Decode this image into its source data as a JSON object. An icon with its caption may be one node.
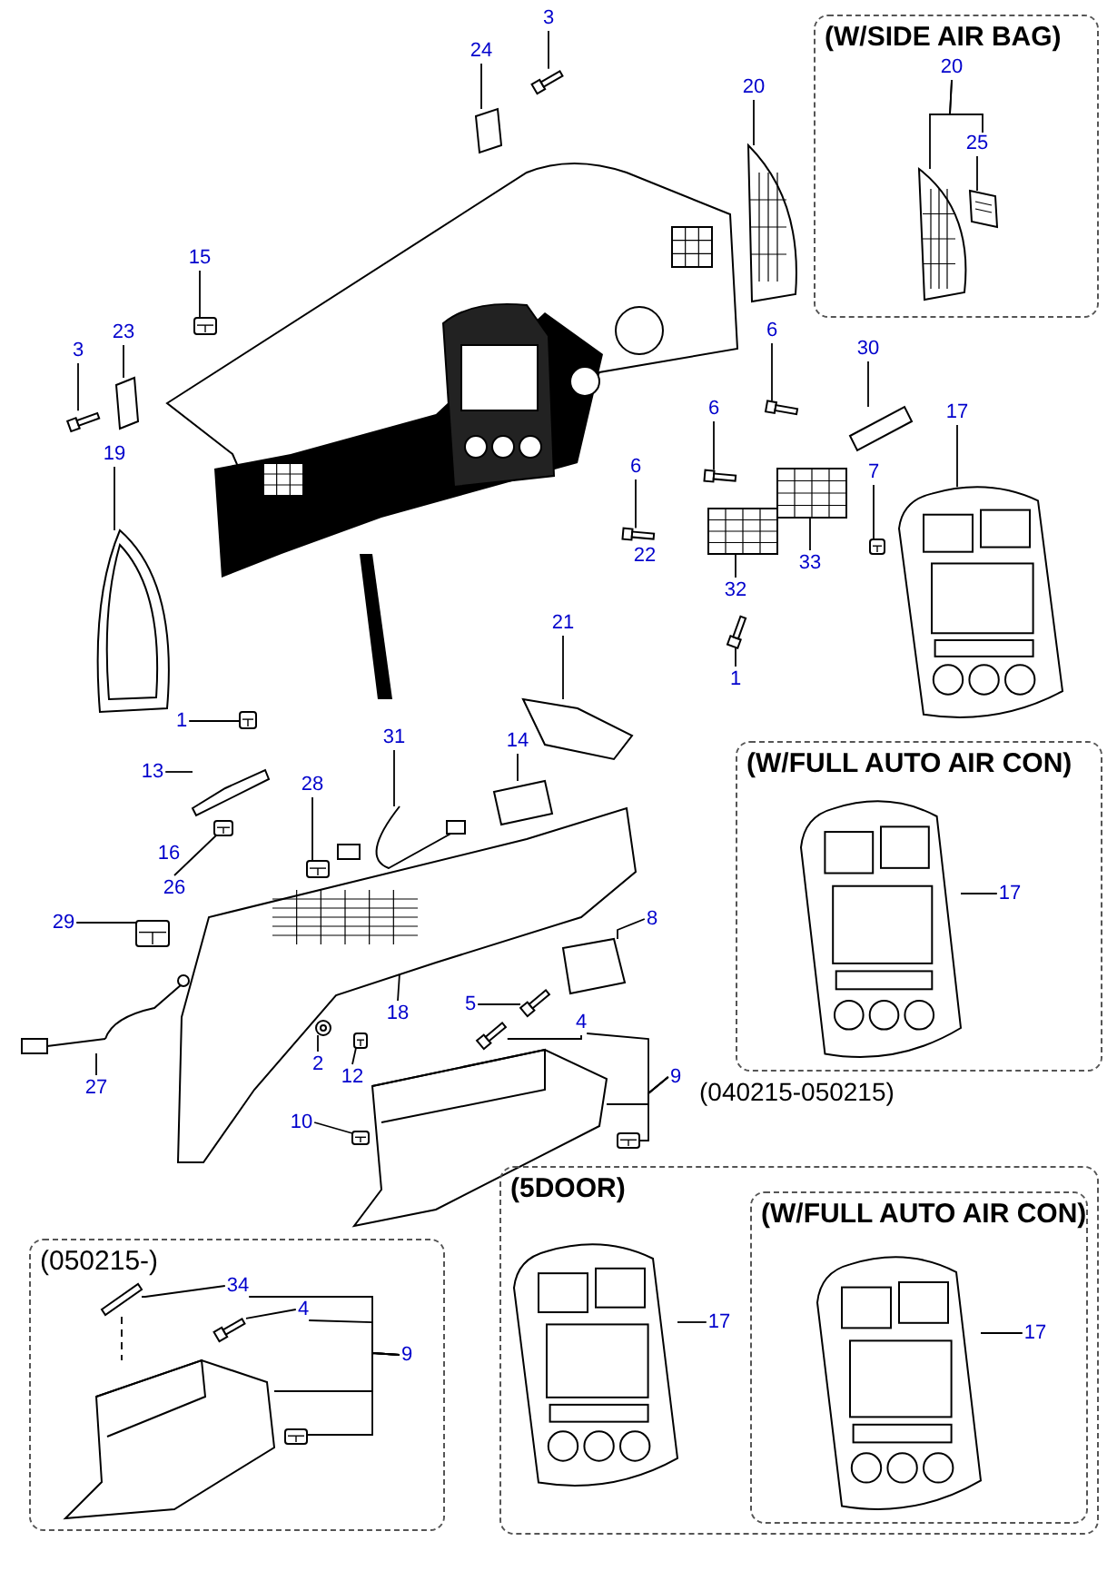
{
  "diagram": {
    "nodes": [
      {
        "text": [
          "3"
        ]
      },
      {
        "text": [
          "24"
        ]
      },
      {
        "text": [
          "20"
        ]
      },
      {
        "text": [
          "15"
        ]
      },
      {
        "text": [
          "23"
        ]
      },
      {
        "text": [
          "3"
        ]
      },
      {
        "text": [
          "6"
        ]
      },
      {
        "text": [
          "30"
        ]
      },
      {
        "text": [
          "17"
        ]
      },
      {
        "text": [
          "6"
        ]
      },
      {
        "text": [
          "19"
        ]
      },
      {
        "text": [
          "6"
        ]
      },
      {
        "text": [
          "7"
        ]
      },
      {
        "text": [
          "33"
        ]
      },
      {
        "text": [
          "32"
        ]
      },
      {
        "text": [
          "21"
        ]
      },
      {
        "text": [
          "1"
        ]
      },
      {
        "text": [
          "1"
        ]
      },
      {
        "text": [
          "31"
        ]
      },
      {
        "text": [
          "14"
        ]
      },
      {
        "text": [
          "13"
        ]
      },
      {
        "text": [
          "28"
        ]
      },
      {
        "text": [
          "26"
        ]
      },
      {
        "text": [
          "29"
        ]
      },
      {
        "text": [
          "8"
        ]
      },
      {
        "text": [
          "5"
        ]
      },
      {
        "text": [
          "18"
        ]
      },
      {
        "text": [
          "4"
        ]
      },
      {
        "text": [
          "2"
        ]
      },
      {
        "text": [
          "12"
        ]
      },
      {
        "text": [
          "9"
        ]
      },
      {
        "text": [
          "27"
        ]
      },
      {
        "text": [
          "10"
        ]
      },
      {
        "text": [
          "(W/SIDE AIR BAG)"
        ]
      },
      {
        "text": [
          "20"
        ],
        "in": 33
      },
      {
        "text": [
          "25"
        ],
        "in": 33
      },
      {
        "text": [
          "(W/FULL AUTO AIR CON)"
        ]
      },
      {
        "text": [
          "17"
        ],
        "in": 36
      },
      {
        "text": [
          "(050215-)"
        ]
      },
      {
        "text": [
          "34"
        ],
        "in": 38
      },
      {
        "text": [
          "4"
        ],
        "in": 38
      },
      {
        "text": [
          "9"
        ],
        "in": 38
      },
      {
        "text": [
          "(5DOOR)"
        ]
      },
      {
        "text": [
          "17"
        ],
        "in": 42
      },
      {
        "text": [
          "(W/FULL AUTO AIR CON)"
        ],
        "in": 42
      },
      {
        "text": [
          "17"
        ],
        "in": 44
      },
      {
        "text": [],
        "shape": "picture"
      },
      {
        "text": [],
        "shape": "picture"
      },
      {
        "text": [],
        "shape": "picture"
      },
      {
        "text": [],
        "shape": "picture"
      },
      {
        "text": [],
        "shape": "picture"
      },
      {
        "text": [],
        "shape": "picture"
      },
      {
        "text": [],
        "shape": "picture"
      },
      {
        "text": [],
        "shape": "picture"
      },
      {
        "text": [],
        "shape": "picture"
      },
      {
        "text": [],
        "shape": "picture"
      },
      {
        "text": [],
        "shape": "picture"
      },
      {
        "text": [],
        "shape": "picture"
      },
      {
        "text": [],
        "shape": "picture"
      },
      {
        "text": [],
        "shape": "picture"
      },
      {
        "text": [],
        "shape": "picture"
      },
      {
        "text": [],
        "shape": "picture"
      },
      {
        "text": [],
        "shape": "picture"
      },
      {
        "text": [],
        "shape": "picture"
      },
      {
        "text": [],
        "shape": "picture"
      },
      {
        "text": [],
        "shape": "picture"
      },
      {
        "text": [],
        "shape": "picture"
      },
      {
        "text": [],
        "shape": "picture"
      },
      {
        "text": [],
        "shape": "picture"
      },
      {
        "text": [],
        "shape": "picture"
      },
      {
        "text": [],
        "shape": "picture"
      },
      {
        "text": [],
        "shape": "picture"
      },
      {
        "text": [],
        "shape": "picture"
      },
      {
        "text": [],
        "shape": "picture"
      },
      {
        "text": [],
        "shape": "picture"
      },
      {
        "text": [],
        "shape": "picture"
      },
      {
        "text": [],
        "shape": "picture"
      },
      {
        "text": [],
        "shape": "picture"
      },
      {
        "text": [],
        "shape": "picture"
      },
      {
        "text": [],
        "shape": "picture"
      },
      {
        "text": [],
        "shape": "picture",
        "in": 33
      },
      {
        "text": [],
        "shape": "picture",
        "in": 33
      },
      {
        "text": [],
        "shape": "picture",
        "in": 36
      },
      {
        "text": [],
        "shape": "picture",
        "in": 38
      },
      {
        "text": [],
        "shape": "picture",
        "in": 38
      },
      {
        "text": [],
        "shape": "picture",
        "in": 38
      },
      {
        "text": [],
        "shape": "picture",
        "in": 38
      },
      {
        "text": [],
        "shape": "picture",
        "in": 42
      },
      {
        "text": [],
        "shape": "picture",
        "in": 44
      }
    ],
    "edges": [
      {
        "from": 0,
        "to": 46,
        "arrow": "none"
      },
      {
        "from": 1,
        "to": 47,
        "arrow": "none"
      },
      {
        "from": 2,
        "to": 48,
        "arrow": "none"
      },
      {
        "from": 3,
        "to": 49,
        "arrow": "none"
      },
      {
        "from": 4,
        "to": 50,
        "arrow": "none"
      },
      {
        "from": 5,
        "to": 51,
        "arrow": "none"
      },
      {
        "from": 6,
        "to": 52,
        "arrow": "none"
      },
      {
        "from": 7,
        "to": 53,
        "arrow": "none"
      },
      {
        "from": 8,
        "to": 54,
        "arrow": "none"
      },
      {
        "from": 9,
        "to": 55,
        "arrow": "none"
      },
      {
        "from": 10,
        "to": 56,
        "arrow": "none"
      },
      {
        "from": 11,
        "to": 57,
        "arrow": "none"
      },
      {
        "from": 12,
        "to": 58,
        "arrow": "none"
      },
      {
        "from": 13,
        "to": 59,
        "arrow": "none"
      },
      {
        "from": 14,
        "to": 60,
        "arrow": "none"
      },
      {
        "from": 15,
        "to": 61,
        "arrow": "none"
      },
      {
        "from": 16,
        "to": 62,
        "arrow": "none"
      },
      {
        "from": 17,
        "to": 63,
        "arrow": "none"
      },
      {
        "from": 18,
        "to": 64,
        "arrow": "none"
      },
      {
        "from": 19,
        "to": 65,
        "arrow": "none"
      },
      {
        "from": 20,
        "to": 66,
        "arrow": "none"
      },
      {
        "from": 21,
        "to": 67,
        "arrow": "none"
      },
      {
        "from": 22,
        "to": 68,
        "arrow": "none"
      },
      {
        "from": 23,
        "to": 69,
        "arrow": "none"
      },
      {
        "from": 24,
        "to": 70,
        "arrow": "none"
      },
      {
        "from": 25,
        "to": 71,
        "arrow": "none"
      },
      {
        "from": 26,
        "to": 72,
        "arrow": "none"
      },
      {
        "from": 27,
        "to": 73,
        "arrow": "none"
      },
      {
        "from": 28,
        "to": 74,
        "arrow": "none"
      },
      {
        "from": 29,
        "to": 75,
        "arrow": "none"
      },
      {
        "from": 30,
        "to": 76,
        "arrow": "none"
      },
      {
        "from": 30,
        "to": 77,
        "arrow": "none"
      },
      {
        "from": 31,
        "to": 78,
        "arrow": "none"
      },
      {
        "from": 32,
        "to": 79,
        "arrow": "none"
      },
      {
        "from": 34,
        "to": 80,
        "arrow": "none"
      },
      {
        "from": 34,
        "to": 35,
        "arrow": "none"
      },
      {
        "from": 35,
        "to": 81,
        "arrow": "none"
      },
      {
        "from": 37,
        "to": 82,
        "arrow": "none"
      },
      {
        "from": 39,
        "to": 83,
        "arrow": "none"
      },
      {
        "from": 40,
        "to": 84,
        "arrow": "none"
      },
      {
        "from": 41,
        "to": 85,
        "arrow": "none"
      },
      {
        "from": 41,
        "to": 86,
        "arrow": "none"
      },
      {
        "from": 43,
        "to": 87,
        "arrow": "none"
      },
      {
        "from": 45,
        "to": 88,
        "arrow": "none"
      },
      {
        "from": 30,
        "to": 27,
        "arrow": "none"
      },
      {
        "from": 41,
        "to": 39,
        "arrow": "none"
      },
      {
        "from": 41,
        "to": 40,
        "arrow": "none"
      },
      {
        "from": 83,
        "to": 85,
        "arrow": "none",
        "style": "dashed"
      }
    ],
    "labels": [
      "22",
      "16",
      "(040215-050215)"
    ]
  }
}
